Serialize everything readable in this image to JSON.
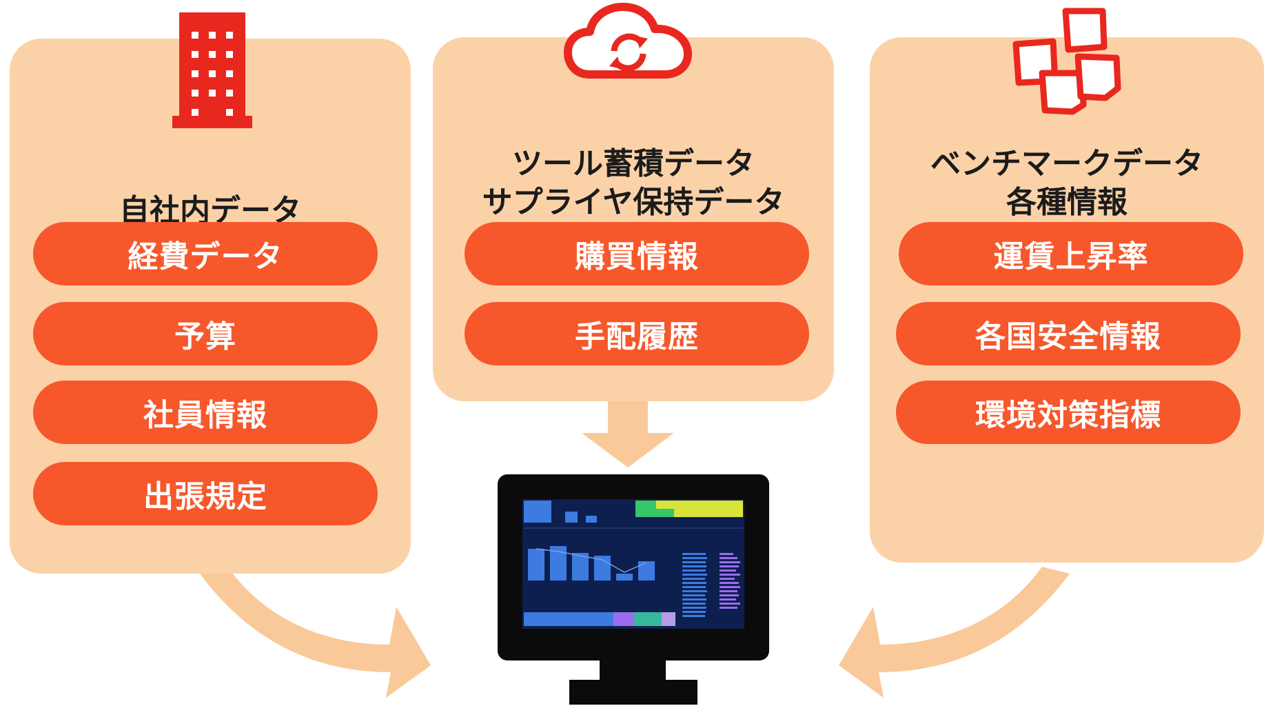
{
  "colors": {
    "panel": "#fbd2a8",
    "pill": "#f6572b",
    "icon": "#e8281f",
    "arrow": "#f9c999"
  },
  "panels": [
    {
      "title": "自社内データ",
      "icon": "building-icon",
      "items": [
        {
          "label": "経費データ"
        },
        {
          "label": "予算"
        },
        {
          "label": "社員情報"
        },
        {
          "label": "出張規定"
        }
      ]
    },
    {
      "title": "ツール蓄積データ\nサプライヤ保持データ",
      "icon": "cloud-sync-icon",
      "items": [
        {
          "label": "購買情報"
        },
        {
          "label": "手配履歴"
        }
      ]
    },
    {
      "title": "ベンチマークデータ\n各種情報",
      "icon": "sticky-notes-icon",
      "items": [
        {
          "label": "運賃上昇率"
        },
        {
          "label": "各国安全情報"
        },
        {
          "label": "環境対策指標"
        }
      ]
    }
  ],
  "monitor": {
    "icon": "monitor-dashboard-icon"
  }
}
